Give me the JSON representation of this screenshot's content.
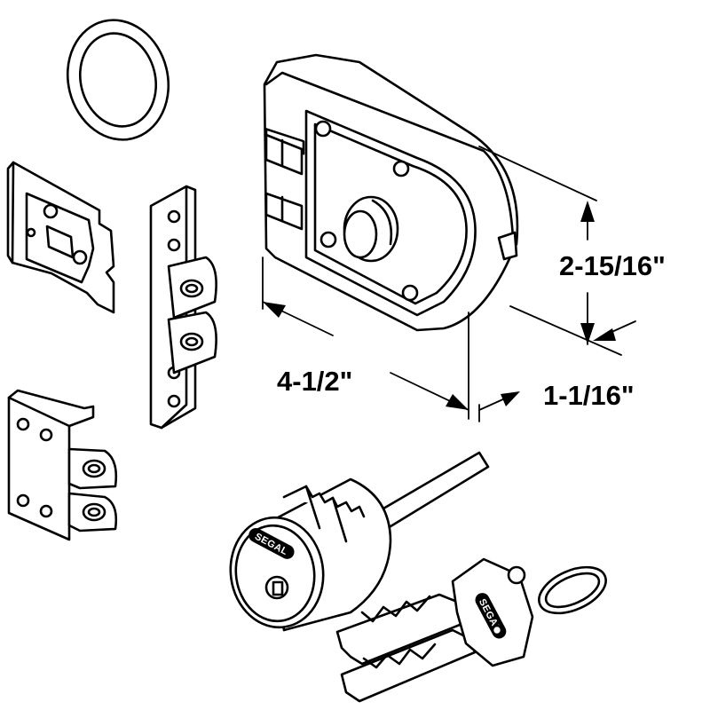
{
  "diagram": {
    "dimensions": {
      "height": "2-15/16\"",
      "width": "4-1/2\"",
      "depth": "1-1/16\""
    },
    "brand_cylinder": "SEGAL",
    "brand_key": "SEGAL",
    "colors": {
      "line": "#000000",
      "background": "#ffffff"
    }
  }
}
